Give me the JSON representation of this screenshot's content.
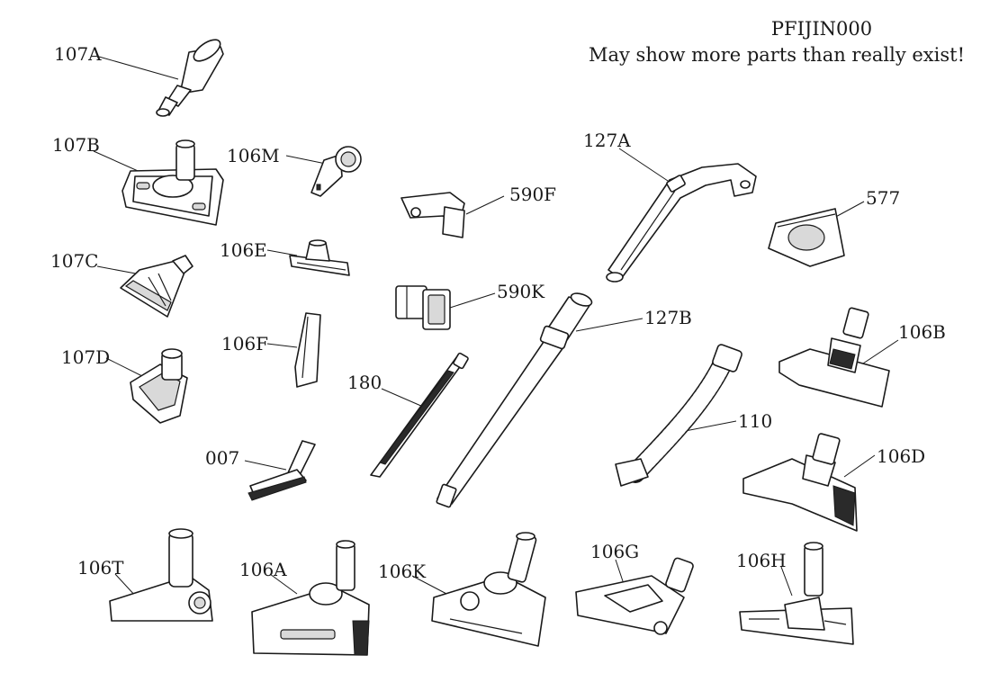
{
  "header": {
    "code": "PFIJIN000",
    "note": "May show more parts than really exist!"
  },
  "parts": {
    "p107A": "107A",
    "p107B": "107B",
    "p107C": "107C",
    "p107D": "107D",
    "p106M": "106M",
    "p106E": "106E",
    "p106F": "106F",
    "p007": "007",
    "p590F": "590F",
    "p590K": "590K",
    "p180": "180",
    "p127A": "127A",
    "p127B": "127B",
    "p110": "110",
    "p577": "577",
    "p106B": "106B",
    "p106D": "106D",
    "p106T": "106T",
    "p106A": "106A",
    "p106K": "106K",
    "p106G": "106G",
    "p106H": "106H"
  }
}
